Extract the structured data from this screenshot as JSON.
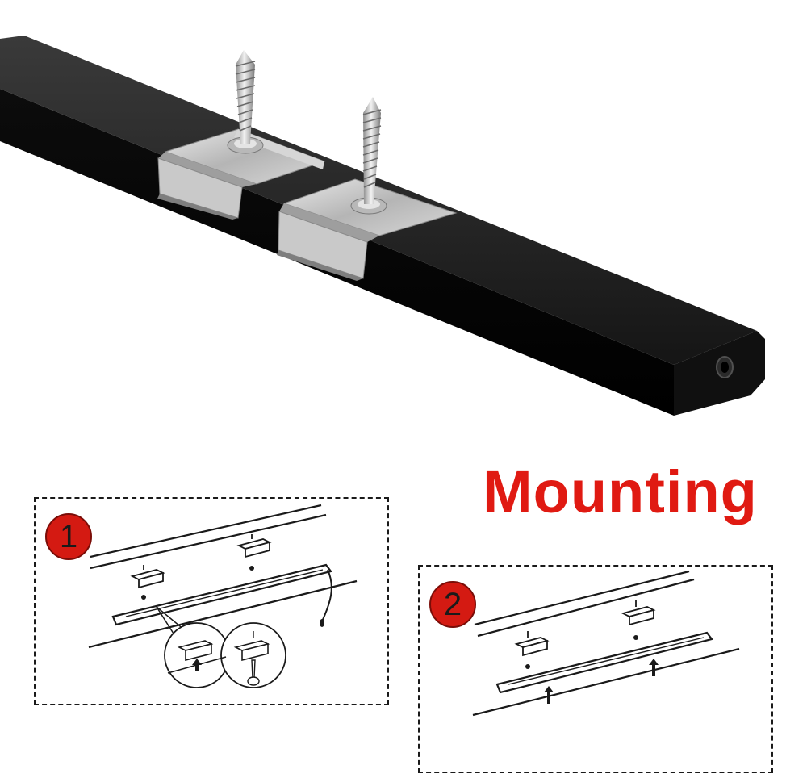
{
  "headline": {
    "text": "Mounting",
    "color": "#e01a12"
  },
  "steps": [
    {
      "number": "1",
      "badge_color": "#d41a12"
    },
    {
      "number": "2",
      "badge_color": "#d41a12"
    }
  ],
  "icons": [
    "aluminum-profile-illustration",
    "mounting-clip-icon",
    "screw-icon",
    "arrow-up-icon"
  ]
}
